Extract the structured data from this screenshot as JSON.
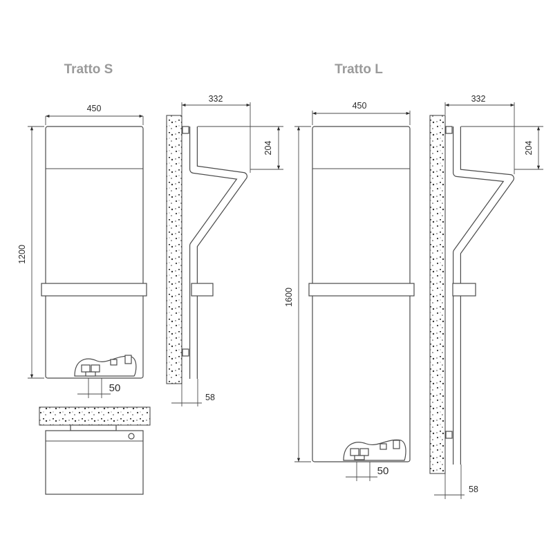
{
  "titles": {
    "left": "Tratto S",
    "right": "Tratto L"
  },
  "dimensions": {
    "s_width": "450",
    "s_depth": "332",
    "s_height": "1200",
    "s_offset": "204",
    "s_valve": "50",
    "s_pipe": "58",
    "l_width": "450",
    "l_depth": "332",
    "l_height": "1600",
    "l_offset": "204",
    "l_valve": "50",
    "l_pipe": "58"
  },
  "colors": {
    "title": "#9a9a9a",
    "line": "#4a4a4a",
    "text": "#2b2b2b"
  }
}
